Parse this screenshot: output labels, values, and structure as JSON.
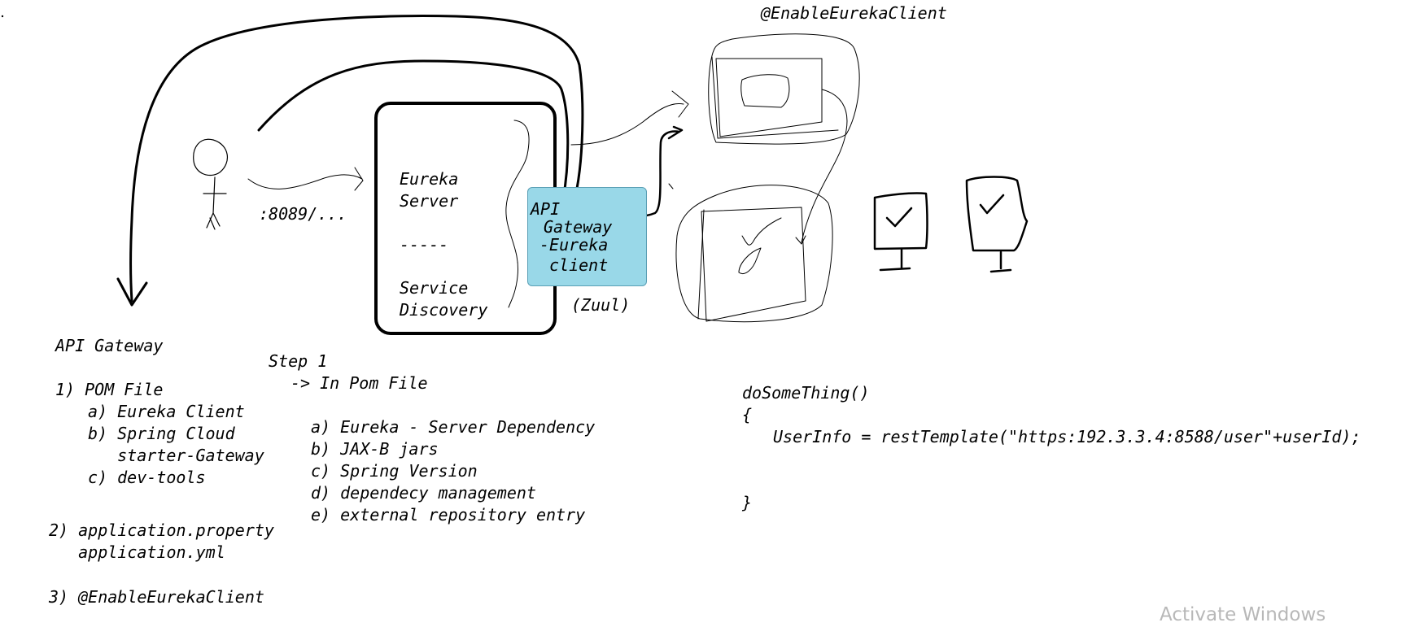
{
  "eureka_box": {
    "line1": "Eureka",
    "line2": "Server",
    "divider": "-----",
    "line3": "Service",
    "line4": "Discovery"
  },
  "port_label": ":8089/...",
  "gateway_box": {
    "line1": "API",
    "line2": "Gateway",
    "line3": "-Eureka",
    "line4": "client"
  },
  "zuul_label": "(Zuul)",
  "client_annotation": "@EnableEurekaClient",
  "api_gateway_notes": {
    "title": "API Gateway",
    "pom_heading": "1) POM File",
    "pom_items": [
      "a) Eureka Client",
      "b) Spring Cloud",
      "   starter-Gateway",
      "c) dev-tools"
    ],
    "property_line1": "2) application.property",
    "property_line2": "   application.yml",
    "enable_line": "3) @EnableEurekaClient"
  },
  "step_notes": {
    "title": "Step 1",
    "subtitle": "-> In Pom File",
    "items": [
      "a) Eureka - Server Dependency",
      "b) JAX-B jars",
      "c) Spring Version",
      "d) dependecy management",
      "e) external repository entry"
    ]
  },
  "code_snippet": {
    "line1": "doSomeThing()",
    "line2": "{",
    "line3": "UserInfo = restTemplate(\"https:192.3.3.4:8588/user\"+userId);",
    "line4": "}"
  },
  "watermark": "Activate Windows",
  "colors": {
    "gateway_fill": "#99d8e8",
    "ink": "#000000",
    "watermark": "#b8b8b8"
  }
}
